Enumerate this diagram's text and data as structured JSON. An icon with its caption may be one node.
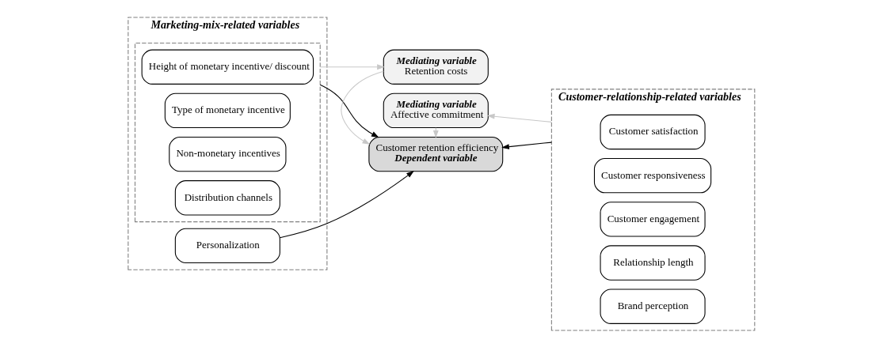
{
  "diagram": {
    "nodes": [
      {
        "text": [
          "Marketing-mix-related variables"
        ]
      },
      {
        "text": [],
        "shape": "box",
        "in": 0
      },
      {
        "text": [
          "Height of monetary incentive/ discount"
        ],
        "in": 1
      },
      {
        "text": [
          "Type of monetary incentive"
        ],
        "in": 1
      },
      {
        "text": [
          "Non-monetary incentives"
        ],
        "in": 1
      },
      {
        "text": [
          "Distribution channels"
        ],
        "in": 1
      },
      {
        "text": [
          "Personalization"
        ],
        "in": 0
      },
      {
        "text": [
          "Mediating variable",
          "Retention costs"
        ]
      },
      {
        "text": [
          "Mediating variable",
          "Affective commitment"
        ]
      },
      {
        "text": [
          "Customer retention efficiency",
          "Dependent variable"
        ]
      },
      {
        "text": [
          "Customer-relationship-related variables"
        ]
      },
      {
        "text": [
          "Customer satisfaction"
        ],
        "in": 10
      },
      {
        "text": [
          "Customer responsiveness"
        ],
        "in": 10
      },
      {
        "text": [
          "Customer engagement"
        ],
        "in": 10
      },
      {
        "text": [
          "Relationship length"
        ],
        "in": 10
      },
      {
        "text": [
          "Brand perception"
        ],
        "in": 10
      }
    ],
    "edges": [
      {
        "from": 1,
        "to": 7,
        "arrow": "to",
        "color": "#c8c8c8"
      },
      {
        "from": 1,
        "to": 9,
        "arrow": "to",
        "color": "#000000"
      },
      {
        "from": 6,
        "to": 9,
        "arrow": "to",
        "color": "#000000"
      },
      {
        "from": 7,
        "to": 9,
        "arrow": "to",
        "color": "#c8c8c8"
      },
      {
        "from": 8,
        "to": 9,
        "arrow": "to",
        "color": "#c8c8c8"
      },
      {
        "from": 10,
        "to": 9,
        "arrow": "to",
        "color": "#000000"
      },
      {
        "from": 10,
        "to": 8,
        "arrow": "to",
        "color": "#c8c8c8"
      }
    ]
  }
}
